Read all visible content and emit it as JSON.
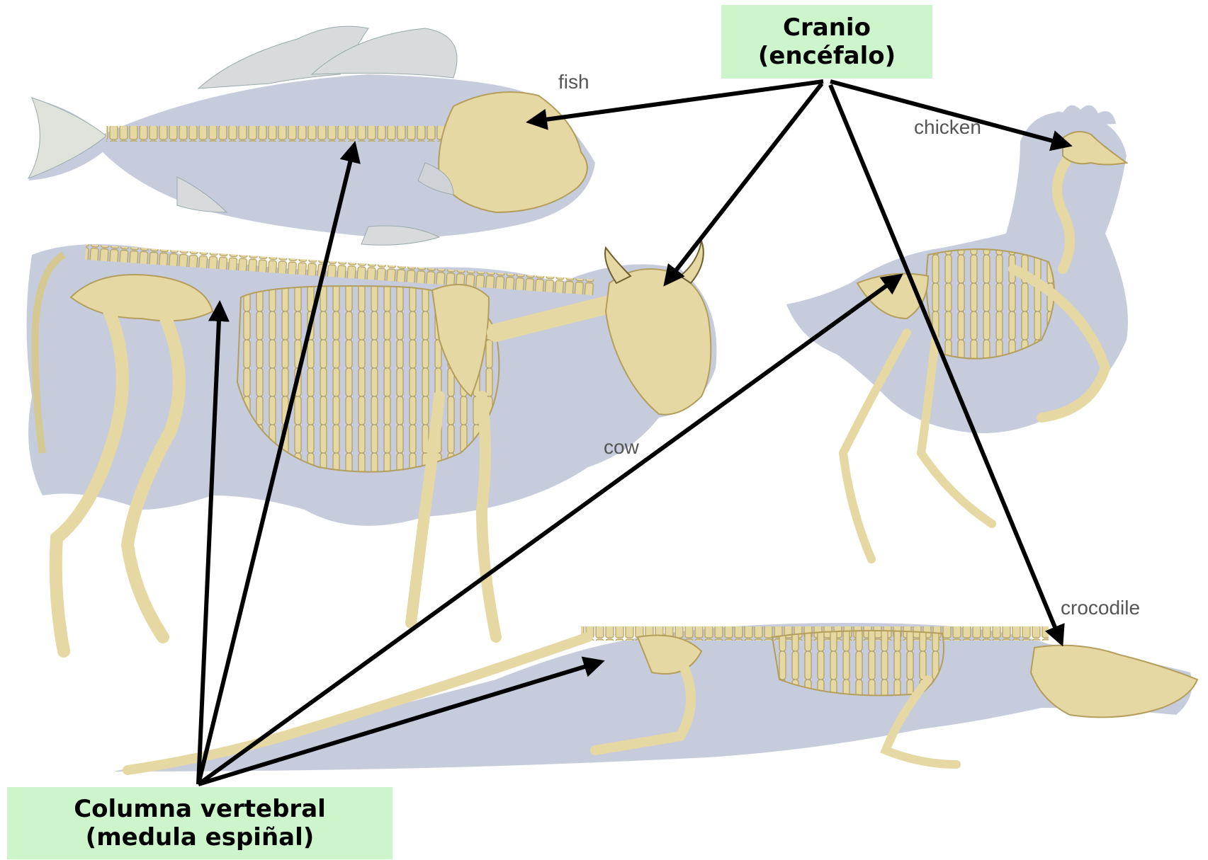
{
  "labels": {
    "skull_line1": "Cranio",
    "skull_line2": "(encéfalo)",
    "spine_line1": "Columna vertebral",
    "spine_line2": "(medula espiñal)"
  },
  "animals": {
    "fish": "fish",
    "chicken": "chicken",
    "cow": "cow",
    "crocodile": "crocodile"
  },
  "colors": {
    "callout_bg": "#ccf5cc",
    "bone": "#e6d8a2",
    "bone_outline": "#b39e5c",
    "silhouette": "#c6ccdc",
    "arrow": "#000000"
  }
}
